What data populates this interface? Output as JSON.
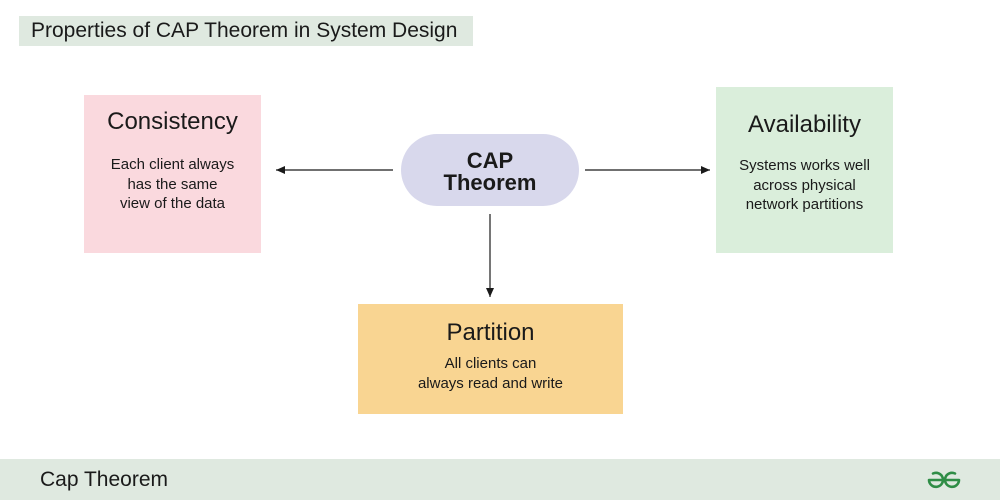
{
  "header": {
    "title": "Properties of CAP Theorem in System Design"
  },
  "center": {
    "line1": "CAP",
    "line2": "Theorem"
  },
  "consistency": {
    "title": "Consistency",
    "lines": [
      "Each client always",
      "has the same",
      "view of the data"
    ]
  },
  "availability": {
    "title": "Availability",
    "lines": [
      "Systems works well",
      "across physical",
      "network partitions"
    ]
  },
  "partition": {
    "title": "Partition",
    "lines": [
      "All clients can",
      "always read and write"
    ]
  },
  "footer": {
    "label": "Cap Theorem",
    "logo_icon": "gfg-logo-icon"
  },
  "colors": {
    "consistency_bg": "#fad9de",
    "availability_bg": "#daeedb",
    "partition_bg": "#f9d592",
    "center_bg": "#d8d8ec",
    "band_bg": "#dfe9e0",
    "logo": "#2f8d46"
  }
}
